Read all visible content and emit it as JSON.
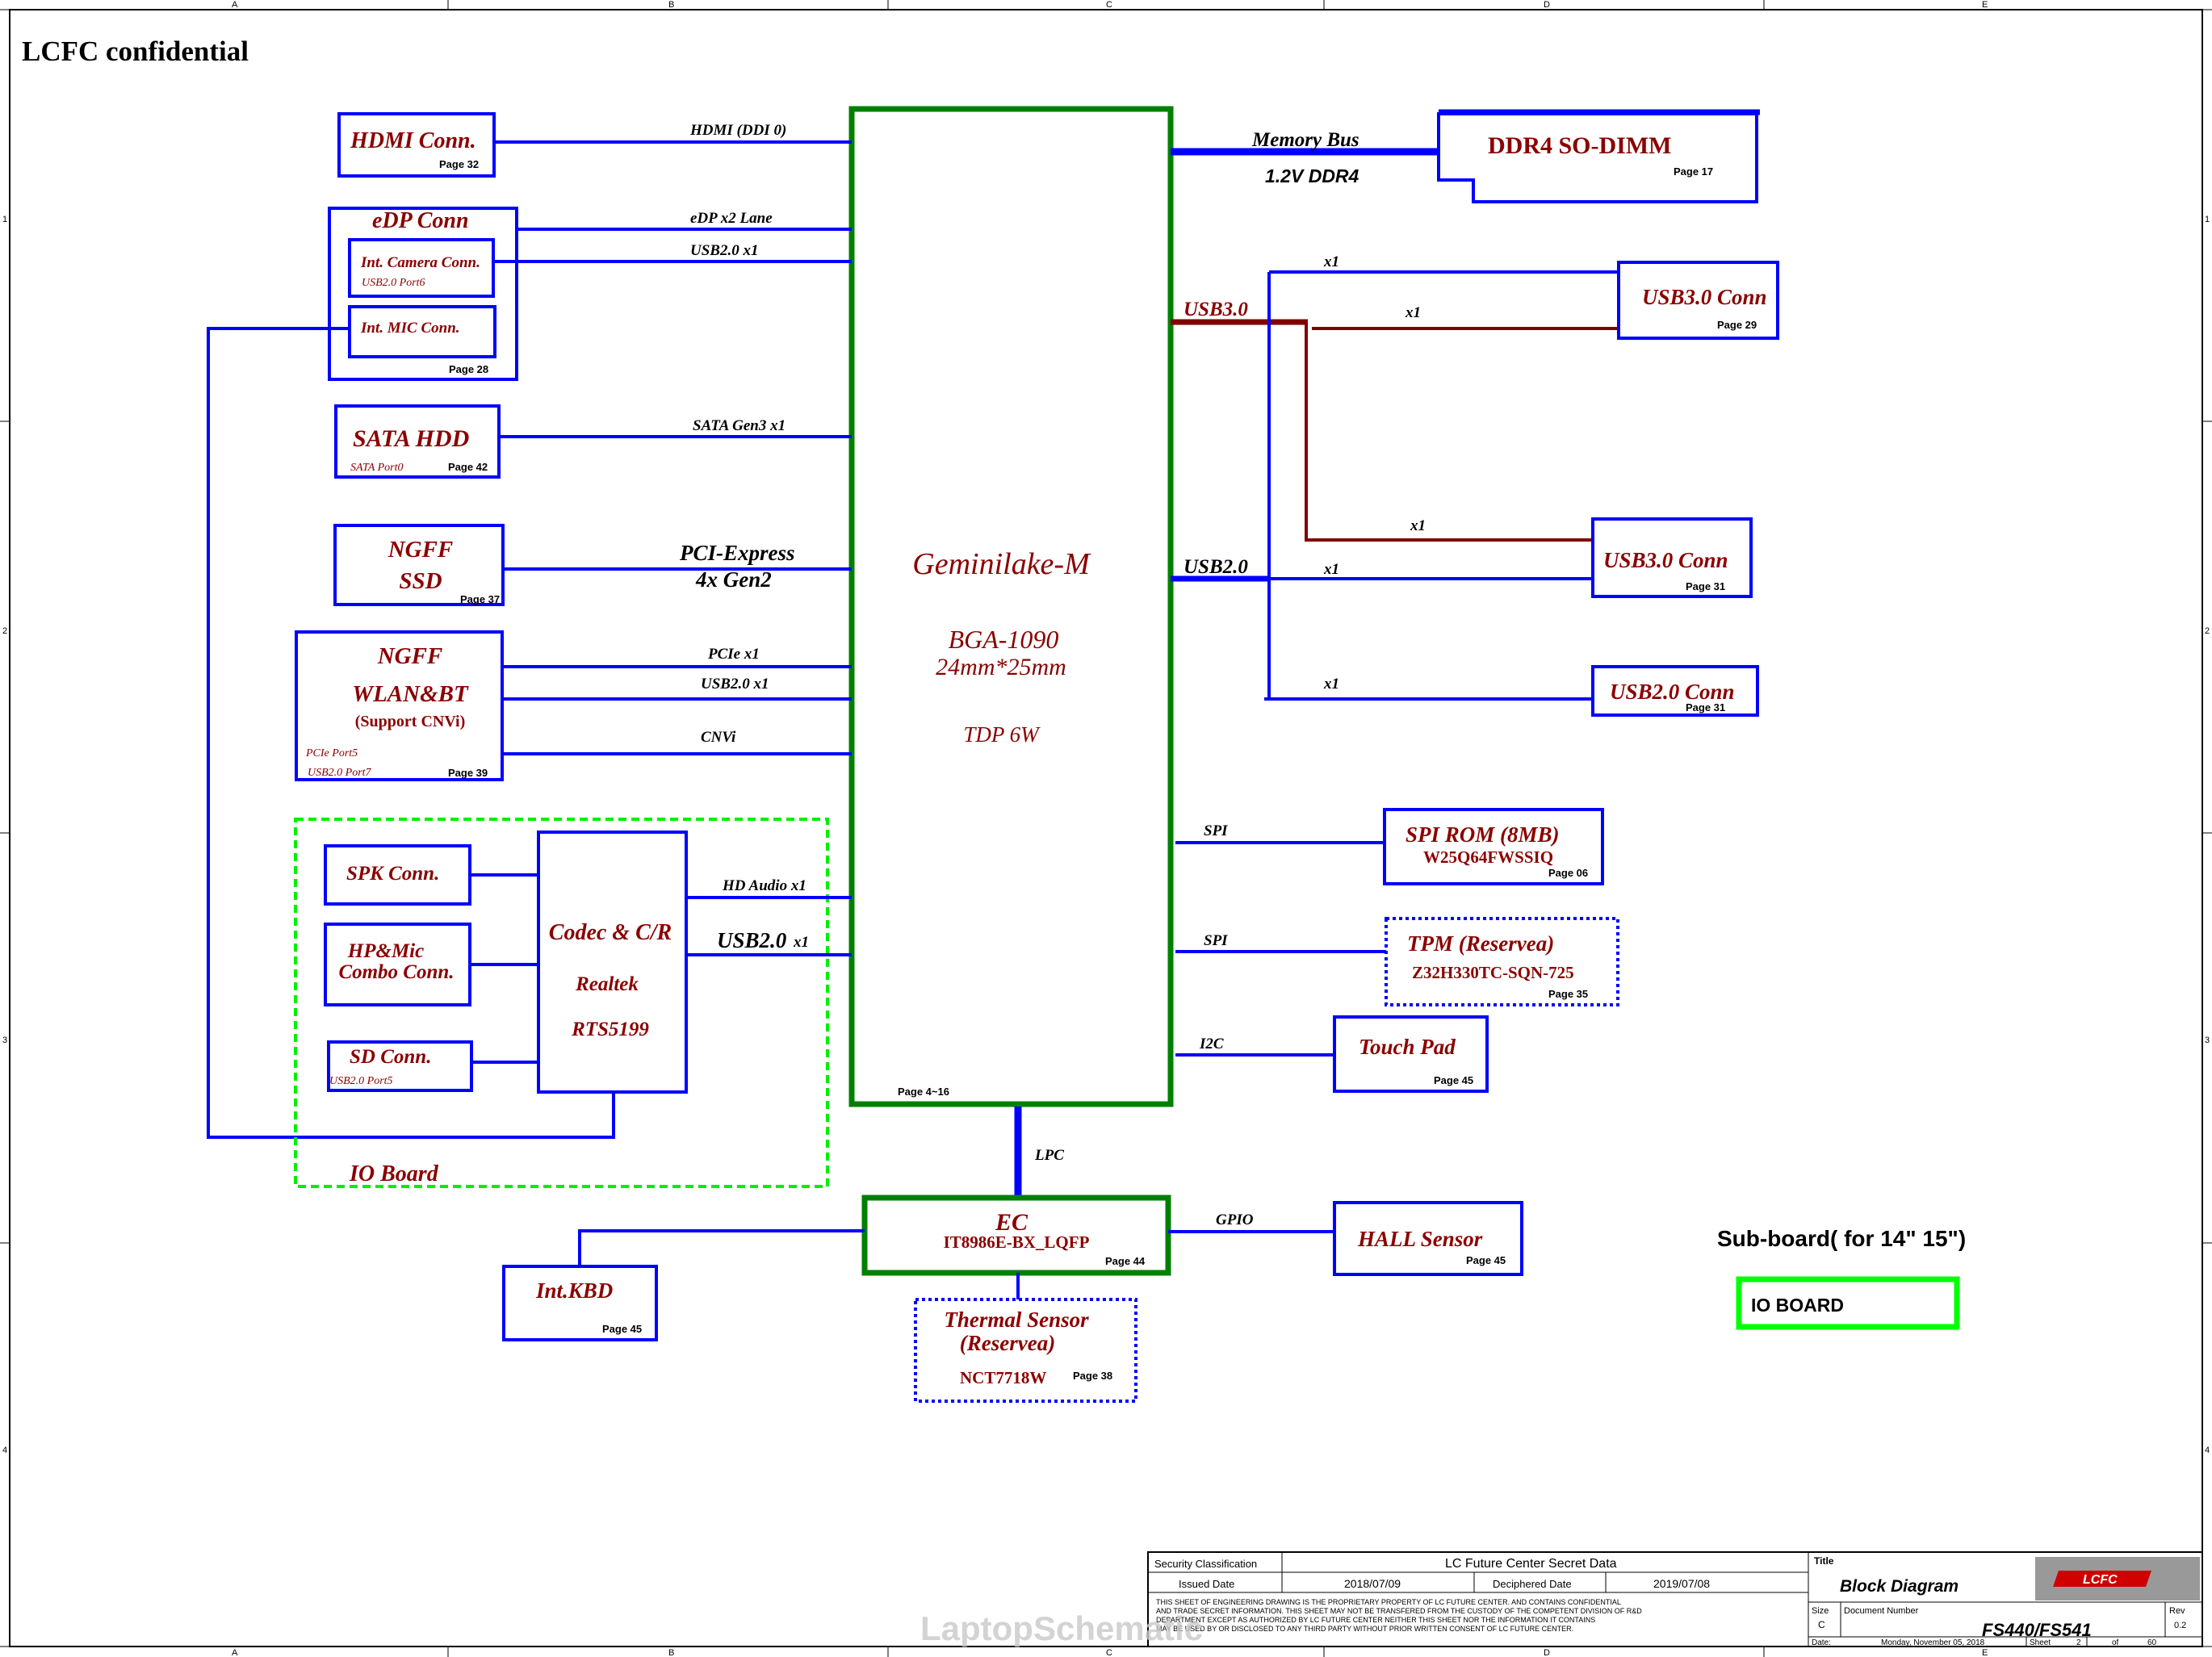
{
  "header": {
    "confidential": "LCFC confidential"
  },
  "frame": {
    "cols": [
      "A",
      "B",
      "C",
      "D",
      "E"
    ],
    "rows": [
      "1",
      "2",
      "3",
      "4"
    ]
  },
  "cpu": {
    "name": "Geminilake-M",
    "package": "BGA-1090",
    "size": "24mm*25mm",
    "tdp": "TDP 6W",
    "page": "Page 4~16"
  },
  "blocks": {
    "hdmi": {
      "title": "HDMI Conn.",
      "page": "Page 32",
      "bus": "HDMI (DDI 0)"
    },
    "edp": {
      "title": "eDP Conn",
      "page": "Page 28",
      "bus": "eDP x2 Lane",
      "camera": "Int. Camera Conn.",
      "camera_sub": "USB2.0 Port6",
      "camera_bus": "USB2.0 x1",
      "mic": "Int. MIC Conn."
    },
    "sata": {
      "title": "SATA HDD",
      "sub": "SATA Port0",
      "page": "Page 42",
      "bus": "SATA Gen3 x1"
    },
    "ssd": {
      "title1": "NGFF",
      "title2": "SSD",
      "page": "Page 37",
      "bus1": "PCI-Express",
      "bus2": "4x Gen2"
    },
    "wlan": {
      "title1": "NGFF",
      "title2": "WLAN&BT",
      "title3": "(Support CNVi)",
      "sub1": "PCIe  Port5",
      "sub2": "USB2.0 Port7",
      "page": "Page 39",
      "bus1": "PCIe x1",
      "bus2": "USB2.0 x1",
      "bus3": "CNVi"
    },
    "io": {
      "label": "IO Board",
      "spk": "SPK Conn.",
      "hp1": "HP&Mic",
      "hp2": "Combo Conn.",
      "sd": "SD Conn.",
      "sd_sub": "USB2.0 Port5",
      "codec1": "Codec & C/R",
      "codec2": "Realtek",
      "codec3": "RTS5199",
      "bus1": "HD Audio  x1",
      "bus2": "USB2.0",
      "bus2b": "x1"
    },
    "ddr": {
      "title": "DDR4 SO-DIMM",
      "page": "Page 17",
      "bus1": "Memory Bus",
      "bus2": "1.2V  DDR4"
    },
    "usb3a": {
      "title": "USB3.0 Conn",
      "page": "Page 29"
    },
    "usb3b": {
      "title": "USB3.0 Conn",
      "page": "Page 31"
    },
    "usb2": {
      "title": "USB2.0 Conn",
      "page": "Page 31"
    },
    "usb_labels": {
      "usb3": "USB3.0",
      "usb2": "USB2.0",
      "x1": "x1"
    },
    "spi_rom": {
      "title": "SPI ROM (8MB)",
      "part": "W25Q64FWSSIQ",
      "page": "Page 06",
      "bus": "SPI"
    },
    "tpm": {
      "title": "TPM  (Reservea)",
      "part": "Z32H330TC-SQN-725",
      "page": "Page 35",
      "bus": "SPI"
    },
    "touchpad": {
      "title": "Touch Pad",
      "page": "Page 45",
      "bus": "I2C"
    },
    "ec": {
      "title": "EC",
      "part": "IT8986E-BX_LQFP",
      "page": "Page 44",
      "bus": "LPC"
    },
    "hall": {
      "title": "HALL Sensor",
      "page": "Page 45",
      "bus": "GPIO"
    },
    "kbd": {
      "title": "Int.KBD",
      "page": "Page 45"
    },
    "thermal": {
      "title1": "Thermal Sensor",
      "title2": "(Reservea)",
      "part": "NCT7718W",
      "page": "Page 38"
    }
  },
  "legend": {
    "title": "Sub-board( for 14\"  15\")",
    "item": "IO BOARD"
  },
  "titleblock": {
    "sec_label": "Security Classification",
    "sec_value": "LC Future Center Secret Data",
    "issued_label": "Issued Date",
    "issued_value": "2018/07/09",
    "decip_label": "Deciphered Date",
    "decip_value": "2019/07/08",
    "notice1": "THIS SHEET OF ENGINEERING DRAWING IS THE PROPRIETARY PROPERTY OF  LC FUTURE CENTER. AND CONTAINS CONFIDENTIAL",
    "notice2": "AND TRADE SECRET INFORMATION. THIS SHEET MAY NOT BE TRANSFERED FROM THE CUSTODY OF THE COMPETENT DIVISION OF R&D",
    "notice3": "DEPARTMENT EXCEPT AS AUTHORIZED BY LC FUTURE CENTER NEITHER THIS SHEET NOR THE INFORMATION IT CONTAINS",
    "notice4": "MAY BE USED BY OR DISCLOSED TO ANY THIRD PARTY WITHOUT PRIOR WRITTEN CONSENT OF  LC FUTURE CENTER.",
    "title_label": "Title",
    "title_value": "Block Diagram",
    "size_label": "Size",
    "size_value": "C",
    "docnum_label": "Document Number",
    "docnum_value": "FS440/FS541",
    "rev_label": "Rev",
    "rev_value": "0.2",
    "date_label": "Date:",
    "date_value": "Monday, November 05, 2018",
    "sheet_label": "Sheet",
    "sheet_value": "2",
    "of_label": "of",
    "of_value": "60",
    "logo": "LCFC"
  },
  "watermark": "LaptopSchematic",
  "colors": {
    "blue": "#0000ff",
    "green": "#008000",
    "dark_red": "#8b0000",
    "maroon": "#800000",
    "lime": "#00ff00"
  }
}
